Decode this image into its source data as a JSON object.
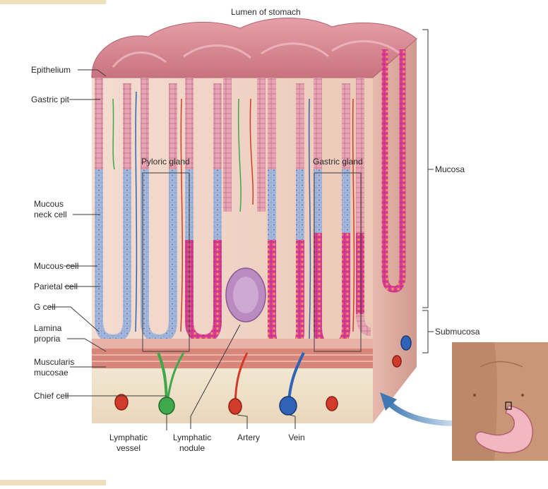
{
  "labels": {
    "lumen": "Lumen of stomach",
    "epithelium": "Epithelium",
    "gastric_pit": "Gastric pit",
    "pyloric_gland": "Pyloric gland",
    "gastric_gland": "Gastric gland",
    "mucous_neck_cell_1": "Mucous",
    "mucous_neck_cell_2": "neck cell",
    "mucous_cell": "Mucous cell",
    "parietal_cell": "Parietal cell",
    "g_cell": "G cell",
    "lamina_propria_1": "Lamina",
    "lamina_propria_2": "propria",
    "muscularis_mucosae_1": "Muscularis",
    "muscularis_mucosae_2": "mucosae",
    "chief_cell": "Chief cell",
    "lymphatic_vessel_1": "Lymphatic",
    "lymphatic_vessel_2": "vessel",
    "lymphatic_nodule_1": "Lymphatic",
    "lymphatic_nodule_2": "nodule",
    "artery": "Artery",
    "vein": "Vein",
    "mucosa": "Mucosa",
    "submucosa": "Submucosa"
  },
  "colors": {
    "surface": "#d88a96",
    "lamina": "#f1d7c7",
    "mucous_cells": "#9fb4d6",
    "parietal_cells": "#de3a8f",
    "artery": "#d23a2a",
    "vein": "#2f63b8",
    "lymph": "#3fa84a",
    "nodule": "#b98bc0",
    "skin": "#c99676"
  }
}
